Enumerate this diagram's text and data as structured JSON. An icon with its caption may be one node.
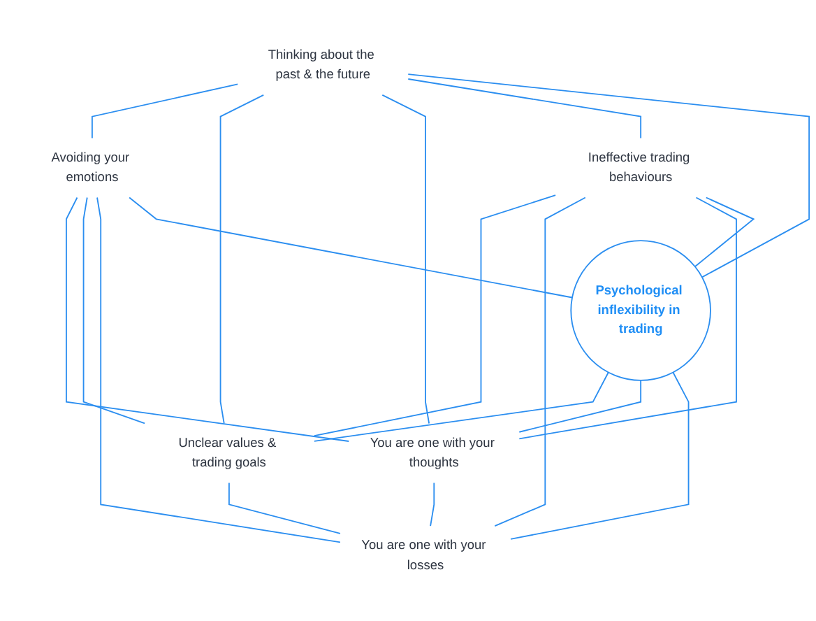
{
  "diagram": {
    "nodes": [
      {
        "text": [
          "Thinking about the past & the future"
        ]
      },
      {
        "text": [
          "Avoiding your emotions"
        ]
      },
      {
        "text": [
          "Unclear values & trading goals"
        ]
      },
      {
        "text": [
          "Psychological inflexibility in trading"
        ]
      },
      {
        "text": [
          "You are one with your thoughts"
        ]
      },
      {
        "text": [
          "Ineffective trading behaviours"
        ]
      },
      {
        "text": [
          "You are one with your losses"
        ]
      }
    ],
    "edges": [
      {
        "from": 0,
        "to": 1,
        "arrow": "none"
      },
      {
        "from": 0,
        "to": 2,
        "arrow": "none"
      },
      {
        "from": 1,
        "to": 4,
        "arrow": "none"
      },
      {
        "from": 5,
        "to": 2,
        "arrow": "none"
      },
      {
        "from": 4,
        "to": 6,
        "arrow": "none"
      },
      {
        "from": 5,
        "to": 6,
        "arrow": "none"
      },
      {
        "from": 0,
        "to": 4,
        "arrow": "none"
      },
      {
        "from": 0,
        "to": 5,
        "arrow": "none"
      },
      {
        "from": 5,
        "to": 4,
        "arrow": "none"
      },
      {
        "from": 1,
        "to": 2,
        "arrow": "none"
      },
      {
        "from": 1,
        "to": 6,
        "arrow": "none"
      },
      {
        "from": 2,
        "to": 6,
        "arrow": "none"
      },
      {
        "from": 0,
        "to": 3,
        "arrow": "none"
      },
      {
        "from": 1,
        "to": 3,
        "arrow": "none"
      },
      {
        "from": 5,
        "to": 3,
        "arrow": "none"
      },
      {
        "from": 3,
        "to": 2,
        "arrow": "none"
      },
      {
        "from": 3,
        "to": 4,
        "arrow": "none"
      },
      {
        "from": 3,
        "to": 6,
        "arrow": "none"
      }
    ]
  }
}
